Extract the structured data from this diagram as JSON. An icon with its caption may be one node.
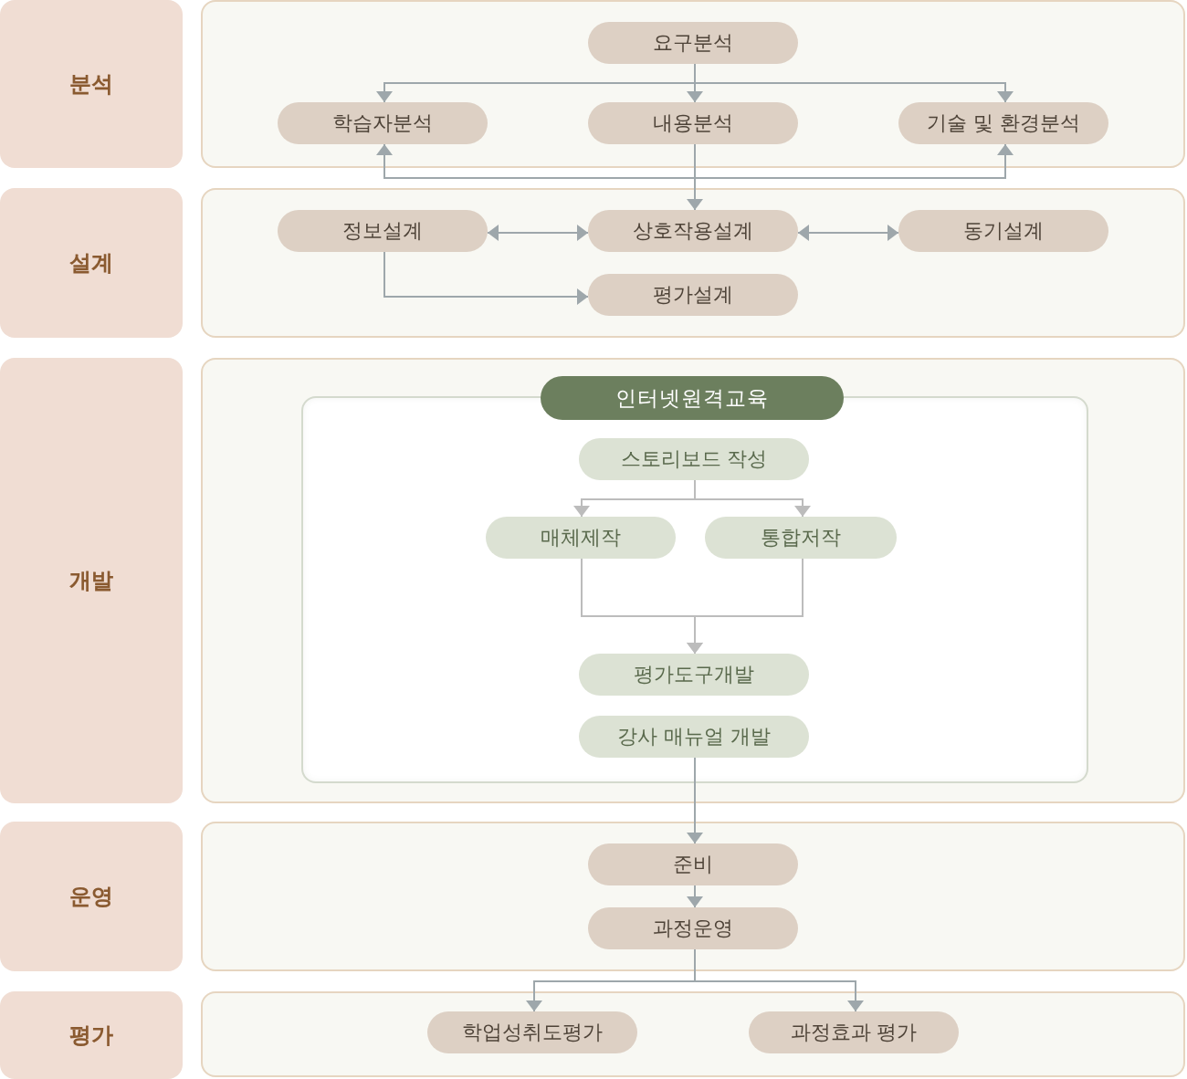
{
  "diagram": {
    "nodes": [
      {
        "text": [
          "분석"
        ]
      },
      {
        "text": [],
        "shape": "box"
      },
      {
        "text": [
          "요구분석"
        ],
        "in": 1
      },
      {
        "text": [
          "학습자분석"
        ],
        "in": 1
      },
      {
        "text": [
          "내용분석"
        ],
        "in": 1
      },
      {
        "text": [
          "기술 및 환경분석"
        ],
        "in": 1
      },
      {
        "text": [
          "설계"
        ]
      },
      {
        "text": [],
        "shape": "box"
      },
      {
        "text": [
          "정보설계"
        ],
        "in": 7
      },
      {
        "text": [
          "상호작용설계"
        ],
        "in": 7
      },
      {
        "text": [
          "동기설계"
        ],
        "in": 7
      },
      {
        "text": [
          "평가설계"
        ],
        "in": 7
      },
      {
        "text": [
          "개발"
        ]
      },
      {
        "text": [],
        "shape": "box"
      },
      {
        "text": [
          "인터넷원격교육"
        ],
        "in": 13
      },
      {
        "text": [],
        "shape": "box",
        "in": 13
      },
      {
        "text": [
          "스토리보드 작성"
        ],
        "in": 15
      },
      {
        "text": [
          "매체제작"
        ],
        "in": 15
      },
      {
        "text": [
          "통합저작"
        ],
        "in": 15
      },
      {
        "text": [
          "평가도구개발"
        ],
        "in": 15
      },
      {
        "text": [
          "강사 매뉴얼 개발"
        ],
        "in": 15
      },
      {
        "text": [
          "운영"
        ]
      },
      {
        "text": [],
        "shape": "box"
      },
      {
        "text": [
          "준비"
        ],
        "in": 22
      },
      {
        "text": [
          "과정운영"
        ],
        "in": 22
      },
      {
        "text": [
          "평가"
        ]
      },
      {
        "text": [],
        "shape": "box"
      },
      {
        "text": [
          "학업성취도평가"
        ],
        "in": 26
      },
      {
        "text": [
          "과정효과 평가"
        ],
        "in": 26
      }
    ],
    "edges": [
      {
        "from": 2,
        "to": 3,
        "arrow": "to"
      },
      {
        "from": 2,
        "to": 4,
        "arrow": "to"
      },
      {
        "from": 2,
        "to": 5,
        "arrow": "to"
      },
      {
        "from": 4,
        "to": 3,
        "arrow": "to"
      },
      {
        "from": 4,
        "to": 5,
        "arrow": "to"
      },
      {
        "from": 4,
        "to": 9,
        "arrow": "to"
      },
      {
        "from": 8,
        "to": 9,
        "arrow": "both"
      },
      {
        "from": 9,
        "to": 10,
        "arrow": "both"
      },
      {
        "from": 8,
        "to": 11,
        "arrow": "to"
      },
      {
        "from": 16,
        "to": 17,
        "arrow": "to",
        "color": "#bcbcbc"
      },
      {
        "from": 16,
        "to": 18,
        "arrow": "to",
        "color": "#bcbcbc"
      },
      {
        "from": 17,
        "to": 19,
        "arrow": "to",
        "color": "#bcbcbc"
      },
      {
        "from": 18,
        "to": 19,
        "arrow": "to",
        "color": "#bcbcbc"
      },
      {
        "from": 20,
        "to": 23,
        "arrow": "to"
      },
      {
        "from": 23,
        "to": 24,
        "arrow": "to"
      },
      {
        "from": 24,
        "to": 27,
        "arrow": "to"
      },
      {
        "from": 24,
        "to": 28,
        "arrow": "to"
      }
    ]
  }
}
